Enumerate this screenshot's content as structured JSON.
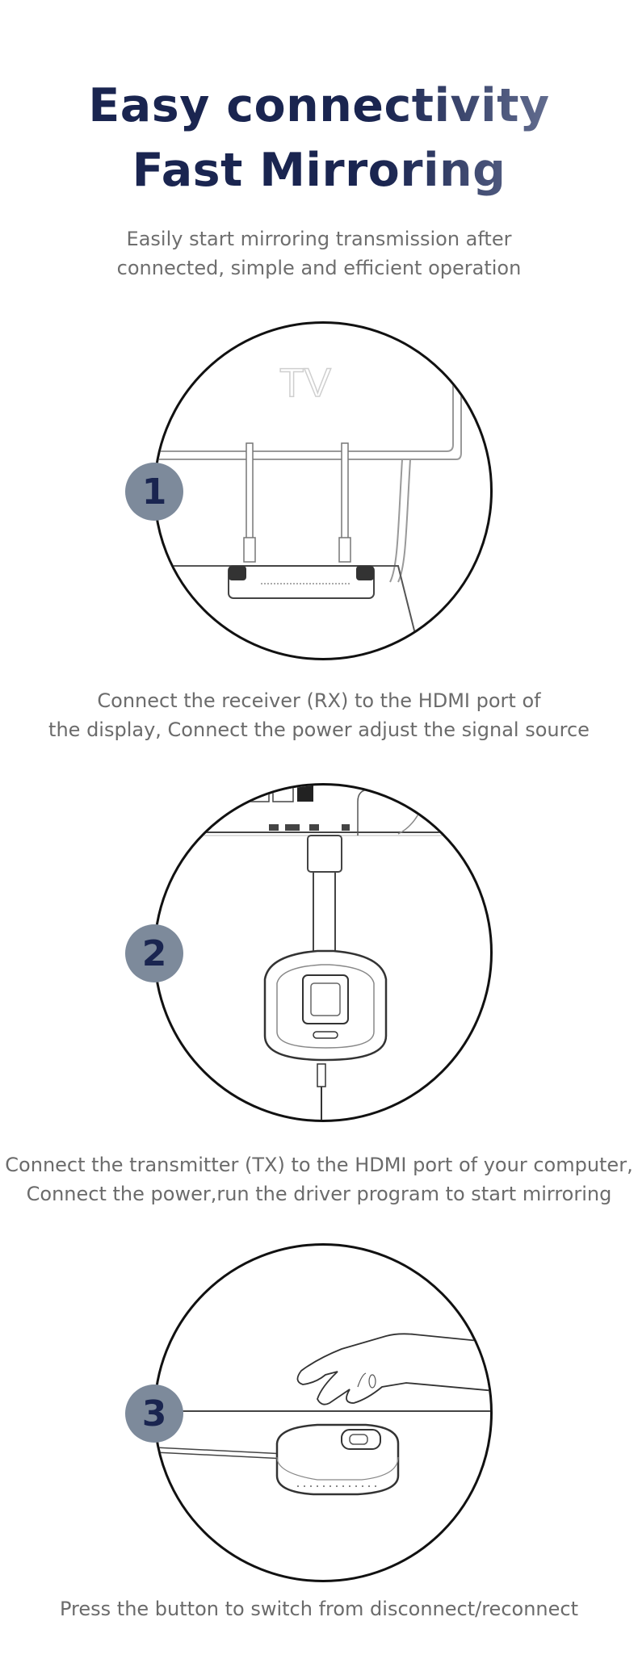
{
  "header": {
    "title_line1": "Easy connectivity",
    "title_line2": "Fast Mirroring",
    "subtitle_line1": "Easily start mirroring transmission after",
    "subtitle_line2": "connected, simple and efficient operation"
  },
  "steps": [
    {
      "number": "1",
      "illustration_label": "TV",
      "line1": "Connect the receiver (RX) to the HDMI port of",
      "line2": "the display, Connect the power adjust the signal source"
    },
    {
      "number": "2",
      "line1": "Connect the transmitter (TX) to the HDMI port of your computer,",
      "line2": "Connect the power,run the driver program to start mirroring"
    },
    {
      "number": "3",
      "line1": "Press the button to switch from disconnect/reconnect",
      "line2": ""
    }
  ],
  "colors": {
    "title_dark": "#1a2550",
    "title_light": "#8892b0",
    "badge_bg": "#7d8a9b",
    "badge_text": "#1a2550",
    "body_text": "#6b6b6b"
  },
  "icons": {
    "step1": "tv-receiver-illustration",
    "step2": "hdmi-transmitter-illustration",
    "step3": "hand-pressing-button-illustration"
  }
}
